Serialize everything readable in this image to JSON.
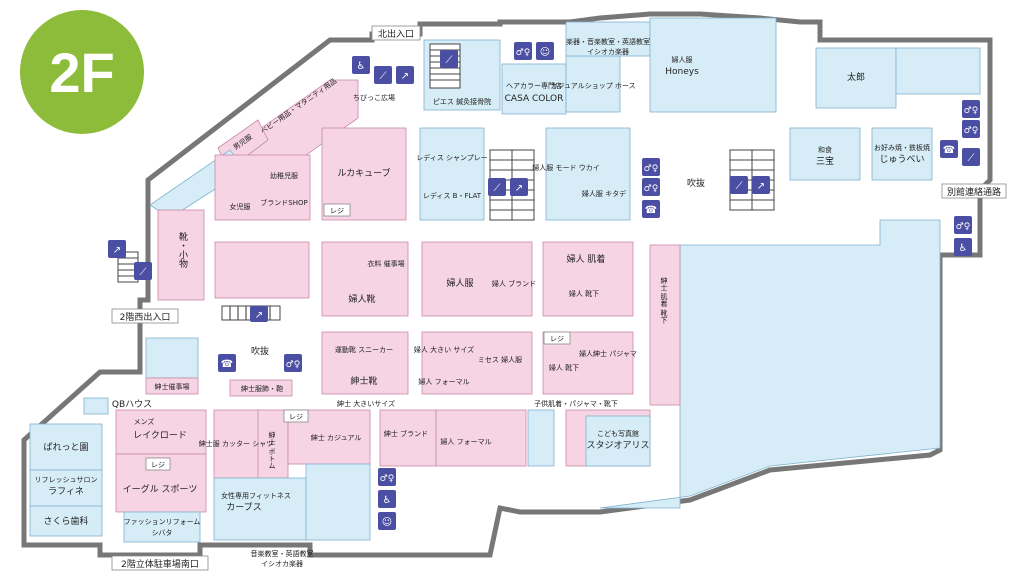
{
  "floor": "2F",
  "colors": {
    "badge": "#8dbb3a",
    "shop_pink": "#f6d4e3",
    "shop_blue": "#d6ecf7",
    "icon": "#4b4fa3"
  },
  "gates": {
    "north": "北出入口",
    "west": "2階西出入口",
    "south": "2階立体駐車場南口",
    "annex": "別館連絡通路"
  },
  "void": "吹抜",
  "icons": [
    "elevator-icon",
    "escalator-icon",
    "stairs-icon",
    "restroom-icon",
    "family-restroom-icon",
    "phone-icon",
    "wheelchair-icon",
    "nursery-icon"
  ],
  "shops": {
    "baby": "ベビー用品・マタニティ用品",
    "mens_wear_kids": "男児服",
    "girls": "女児服",
    "toddler": "幼稚児服",
    "brand_shop": "ブランドSHOP",
    "kids_plaza": "ちびっこ広場",
    "shoes_small": "靴・小物",
    "lucca": "ルカキューブ",
    "register": "レジ",
    "ladies_shampoo": "レディス シャンプレー",
    "ladies_bflat": "レディス B・FLAT",
    "piece": "ピエス 鍼灸接骨院",
    "casa_sub": "ヘアカラー専門店",
    "casa": "CASA COLOR",
    "casual_shop": "カジュアルショップ ホース",
    "music_top_sub": "楽器・音楽教室・英語教室",
    "music_top": "イシオカ楽器",
    "honeys_sub": "婦人服",
    "honeys": "Honeys",
    "taro": "太郎",
    "mode_uka": "婦人服 モード ウカイ",
    "kitade": "婦人服 キタデ",
    "sanpo_sub": "和食",
    "sanpo": "三宝",
    "juupei_sub": "お好み焼・鉄板焼",
    "juupei": "じゅうべい",
    "event_wear": "衣料 催事場",
    "ladies_shoes": "婦人靴",
    "ladies_wear": "婦人服",
    "ladies_brand": "婦人 ブランド",
    "ladies_inner": "婦人 肌着",
    "ladies_socks": "婦人 靴下",
    "mens_inner": "紳士 肌着 靴下",
    "sports_shoes": "運動靴 スニーカー",
    "mens_shoes": "紳士靴",
    "mens_acc": "紳士服飾・鞄",
    "ladies_big": "婦人 大きい サイズ",
    "ladies_formal": "婦人 フォーマル",
    "misses": "ミセス 婦人服",
    "ladies_socks2": "婦人 靴下",
    "pajama": "婦人紳士 パジャマ",
    "mens_event": "紳士催事場",
    "qb": "QBハウス",
    "mens_big": "紳士 大きいサイズ",
    "kids_pajama": "子供肌着・パジャマ・靴下",
    "menz_sub": "メンズ",
    "menz": "レイクロード",
    "mens_cutter": "紳士服 カッター シャツ",
    "mens_bottom": "紳士 ボトム",
    "mens_casual": "紳士 カジュアル",
    "mens_brand": "紳士 ブランド",
    "ladies_formal2": "婦人 フォーマル",
    "studio_sub": "こども写真館",
    "studio": "スタジオアリス",
    "paretto": "ぱれっと園",
    "refresh_sub": "リフレッシュサロン",
    "refresh": "ラフィネ",
    "sakura": "さくら歯科",
    "eagle": "イーグル スポーツ",
    "reform_sub": "ファッションリフォーム",
    "reform": "シバタ",
    "curves_sub": "女性専用フィットネス",
    "curves": "カーブス",
    "music_bottom_sub": "音楽教室・英語教室",
    "music_bottom": "イシオカ楽器"
  }
}
